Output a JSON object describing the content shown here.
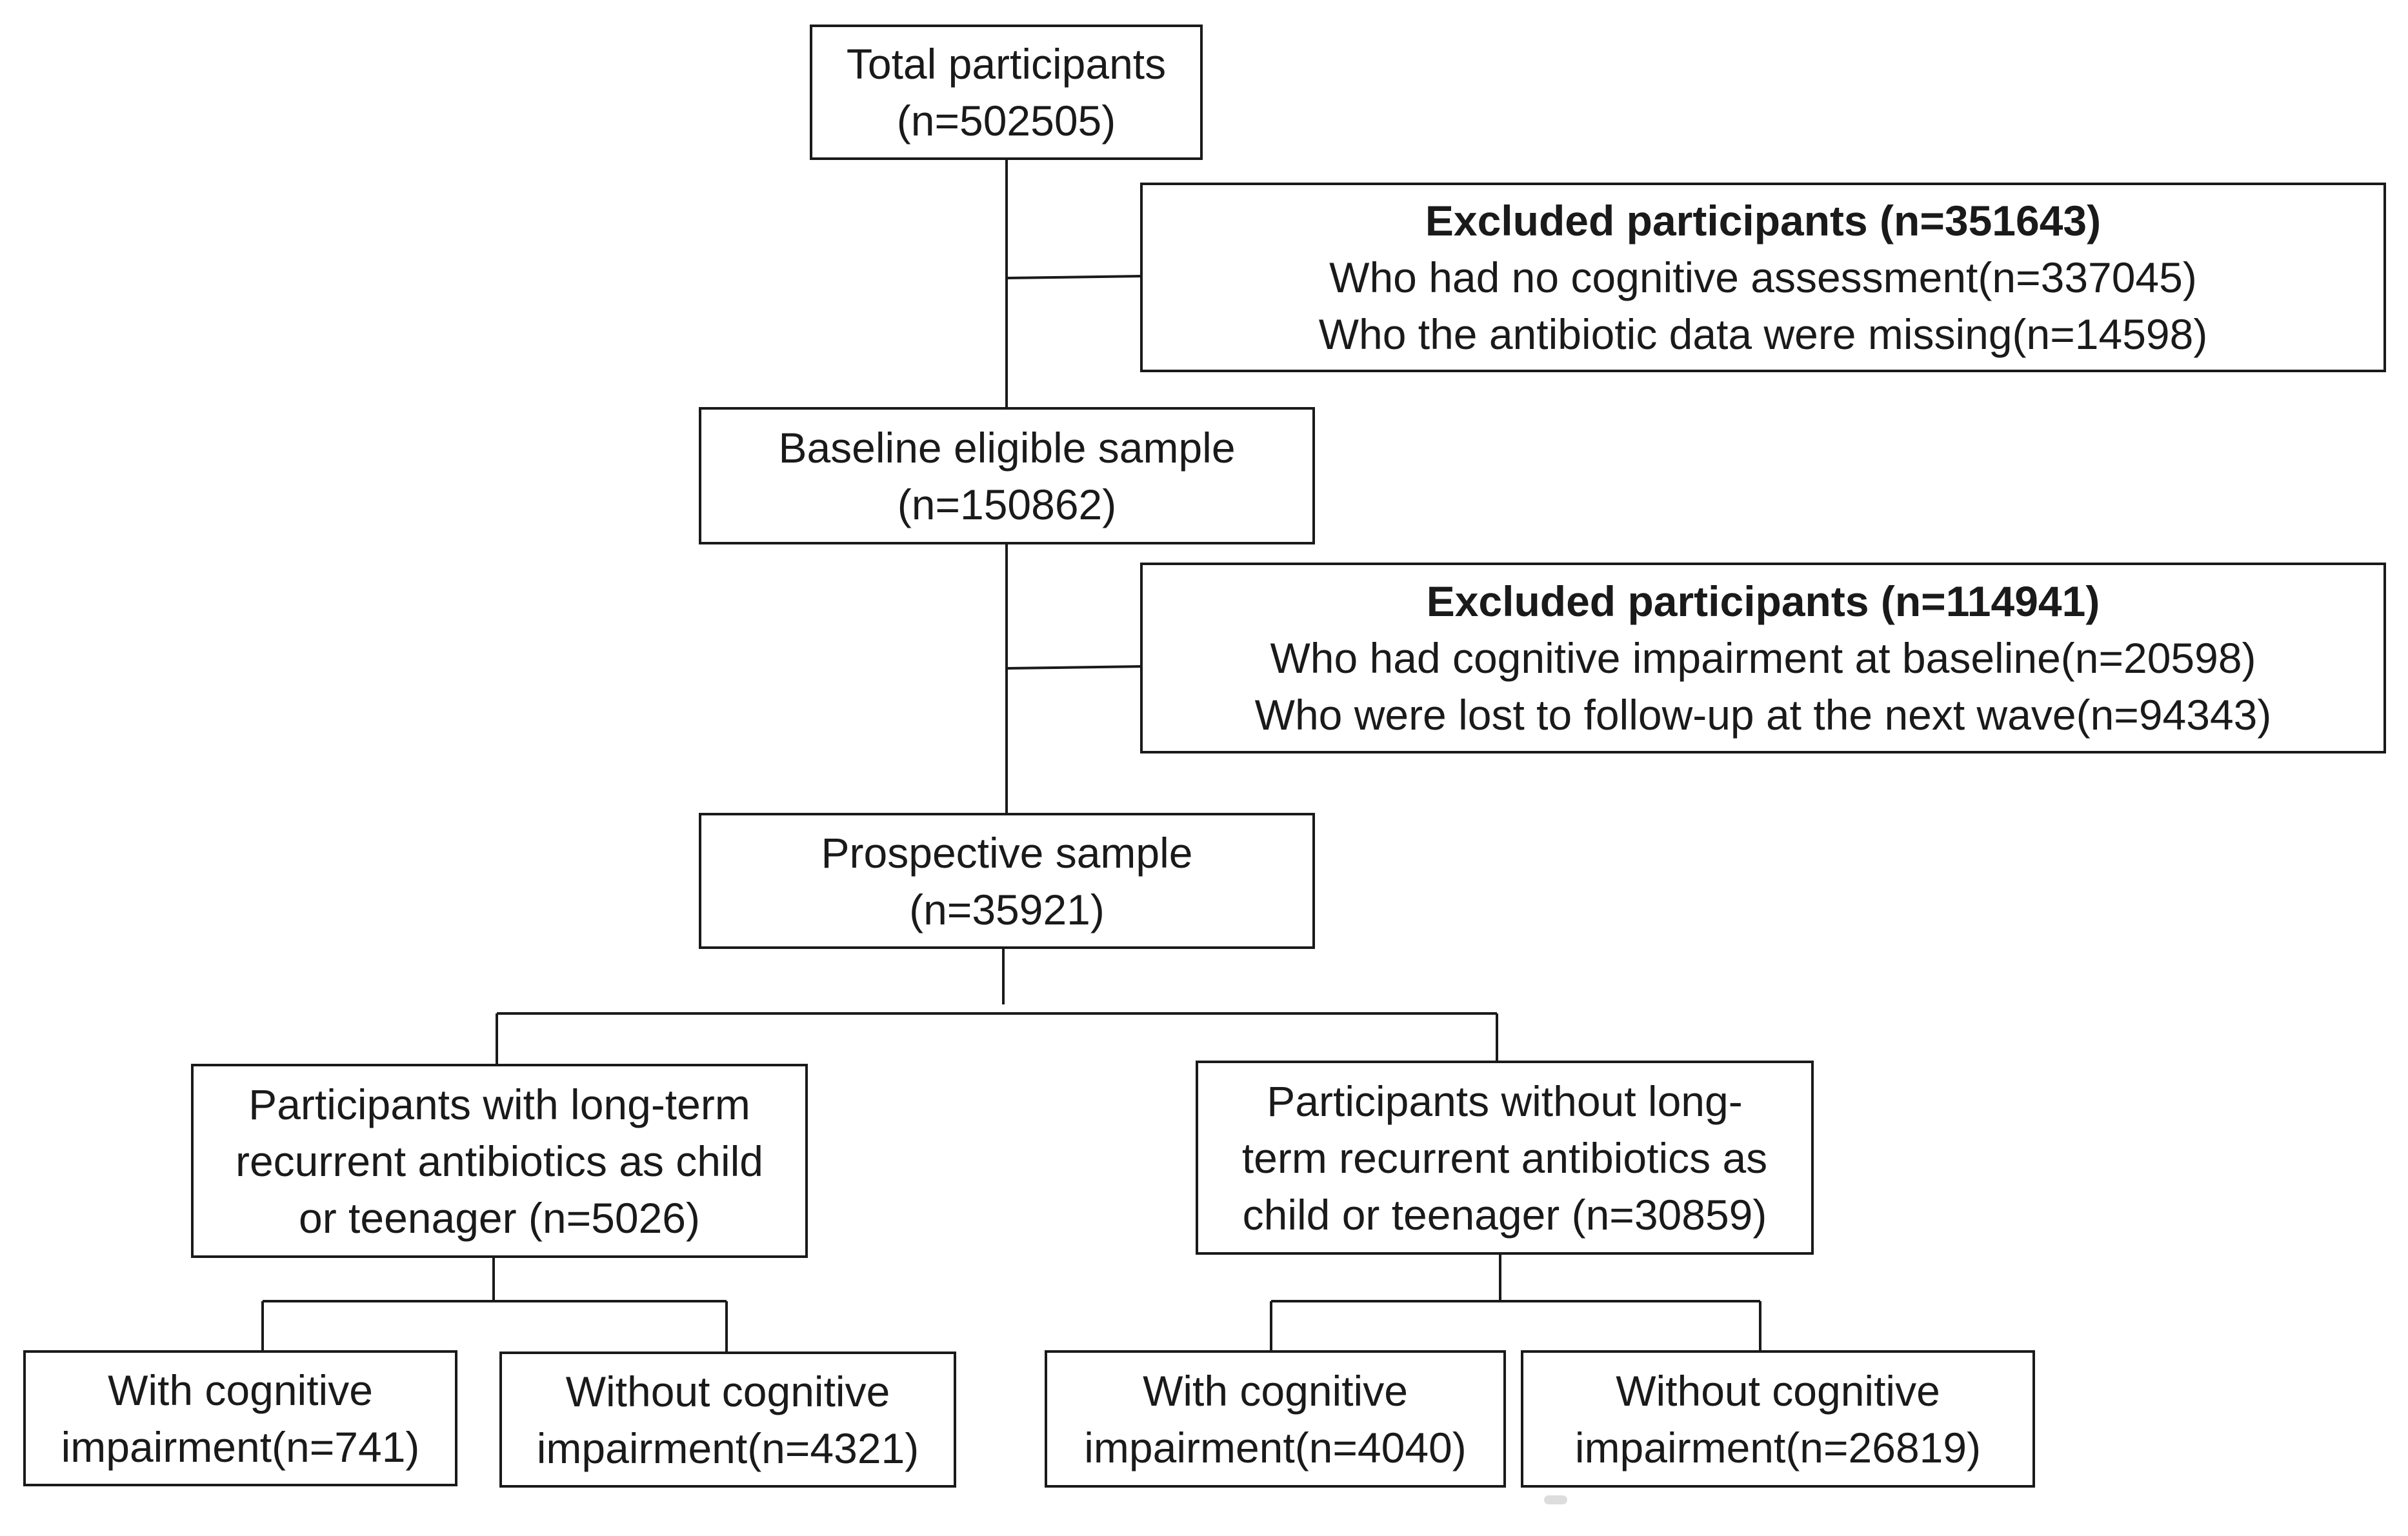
{
  "diagram": {
    "total": {
      "line1": "Total participants",
      "line2": "(n=502505)"
    },
    "excluded1": {
      "title": "Excluded participants (n=351643)",
      "line1": "Who had no cognitive assessment(n=337045)",
      "line2": "Who the antibiotic data were missing(n=14598)"
    },
    "baseline": {
      "line1": "Baseline eligible sample",
      "line2": "(n=150862)"
    },
    "excluded2": {
      "title": "Excluded participants (n=114941)",
      "line1": "Who had cognitive impairment at baseline(n=20598)",
      "line2": "Who were lost to follow-up at the next wave(n=94343)"
    },
    "prospective": {
      "line1": "Prospective sample",
      "line2": "(n=35921)"
    },
    "with_antibiotics": {
      "line1": "Participants with long-term",
      "line2": "recurrent antibiotics as child",
      "line3": "or teenager (n=5026)"
    },
    "without_antibiotics": {
      "line1": "Participants without long-",
      "line2": "term recurrent antibiotics as",
      "line3": "child or teenager (n=30859)"
    },
    "with_ab_with_ci": {
      "line1": "With cognitive",
      "line2": "impairment(n=741)"
    },
    "with_ab_without_ci": {
      "line1": "Without cognitive",
      "line2": "impairment(n=4321)"
    },
    "without_ab_with_ci": {
      "line1": "With cognitive",
      "line2": "impairment(n=4040)"
    },
    "without_ab_without_ci": {
      "line1": "Without cognitive",
      "line2": "impairment(n=26819)"
    }
  }
}
